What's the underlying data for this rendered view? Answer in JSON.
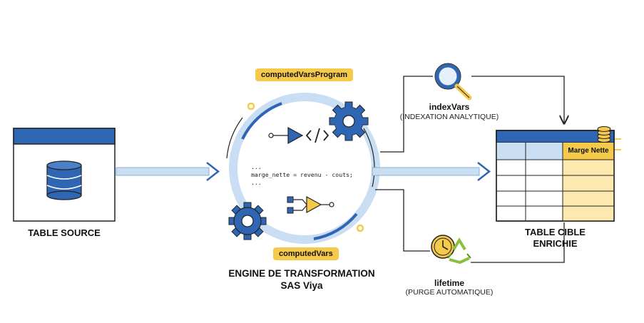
{
  "source": {
    "label": "TABLE SOURCE"
  },
  "engine": {
    "program_badge": "computedVarsProgram",
    "vars_badge": "computedVars",
    "title_line1": "ENGINE DE TRANSFORMATION",
    "title_line2": "SAS Viya",
    "code": [
      "...",
      "marge_nette = revenu - couts;",
      "..."
    ]
  },
  "index": {
    "name": "indexVars",
    "desc": "(INDEXATION ANALYTIQUE)"
  },
  "lifetime": {
    "name": "lifetime",
    "desc": "(PURGE AUTOMATIQUE)"
  },
  "target": {
    "label_line1": "TABLE CIBLE",
    "label_line2": "ENRICHIE",
    "column_header": "Marge Nette"
  },
  "colors": {
    "blue": "#2f66b3",
    "light_blue": "#c9def2",
    "yellow": "#f5c94a",
    "light_yellow": "#fde9b0"
  }
}
